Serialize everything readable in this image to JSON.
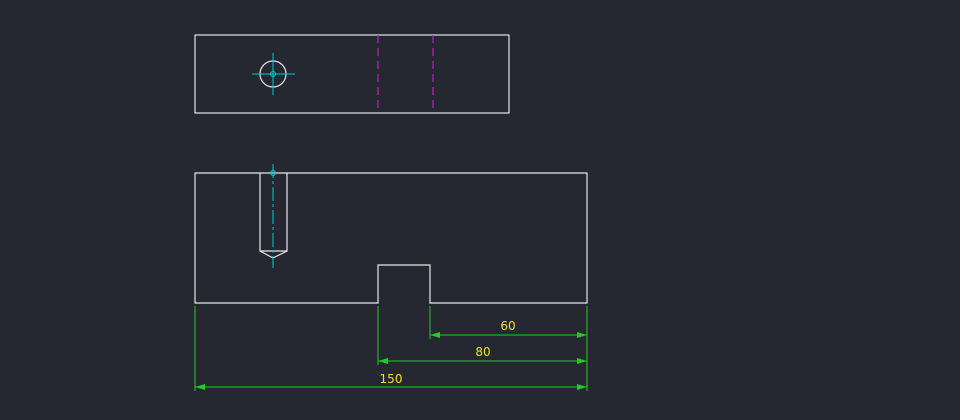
{
  "canvas": {
    "background": "#252830",
    "colors": {
      "outline": "#e6e6e6",
      "center_line": "#00c8d2",
      "hidden_line": "#c020c8",
      "dimension": "#22cc22",
      "dimension_text": "#f0e020"
    }
  },
  "dimensions": {
    "d60": "60",
    "d80": "80",
    "d150": "150"
  }
}
